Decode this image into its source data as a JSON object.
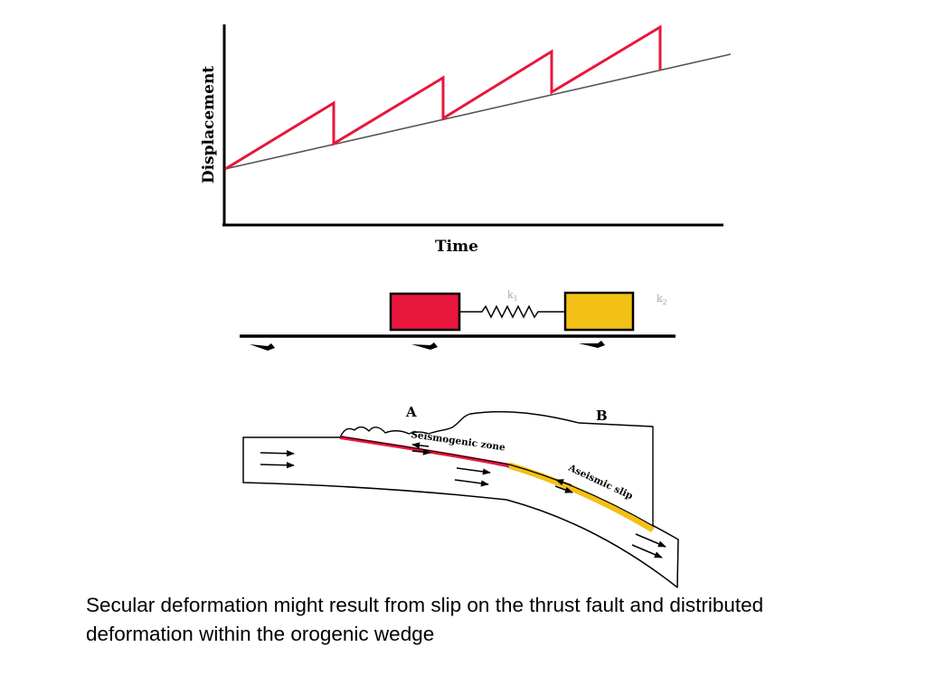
{
  "slide": {
    "caption": "Secular deformation might result from slip on the thrust fault and distributed deformation within the orogenic wedge"
  },
  "graph": {
    "ylabel": "Displacement",
    "xlabel": "Time"
  },
  "block_model": {
    "spring_label": "k",
    "spring_sub": "1",
    "right_label": "k",
    "right_sub": "2"
  },
  "fault_section": {
    "label_a": "A",
    "label_b": "B",
    "seismogenic_label": "Seismogenic zone",
    "aseismic_label": "Aseismic slip"
  },
  "colors": {
    "seismic_red": "#e8163c",
    "aseismic_yellow": "#f3c016",
    "block_outline": "#000000",
    "trend_line": "#555555"
  }
}
